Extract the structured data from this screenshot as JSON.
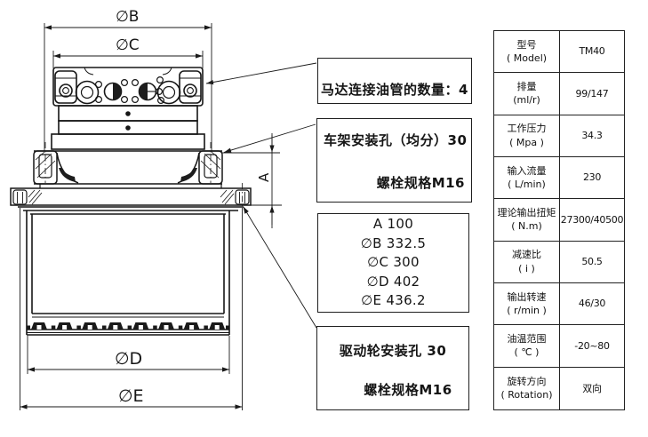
{
  "drawing": {
    "dim_labels": {
      "b": "∅B",
      "c": "∅C",
      "a": "A",
      "d": "∅D",
      "e": "∅E"
    }
  },
  "callouts": {
    "motor_pipes": {
      "text": "马达连接油管的数量：4"
    },
    "frame_holes": {
      "line1": "车架安装孔（均分）30",
      "line2": "螺栓规格M16"
    },
    "dimensions": {
      "lines": [
        "A 100",
        "∅B 332.5",
        "∅C 300",
        "∅D 402",
        "∅E 436.2"
      ]
    },
    "drive_holes": {
      "line1": "驱动轮安装孔 30",
      "line2": "螺栓规格M16"
    }
  },
  "spec_table": {
    "rows": [
      {
        "name_zh": "型号",
        "name_en": "( Model)",
        "value": "TM40"
      },
      {
        "name_zh": "排量",
        "name_en": "(ml/r)",
        "value": "99/147"
      },
      {
        "name_zh": "工作压力",
        "name_en": "( Mpa )",
        "value": "34.3"
      },
      {
        "name_zh": "输入流量",
        "name_en": "( L/min)",
        "value": "230"
      },
      {
        "name_zh": "理论输出扭矩",
        "name_en": "( N.m)",
        "value": "27300/40500"
      },
      {
        "name_zh": "减速比",
        "name_en": "( i )",
        "value": "50.5"
      },
      {
        "name_zh": "输出转速",
        "name_en": "( r/min )",
        "value": "46/30"
      },
      {
        "name_zh": "油温范围",
        "name_en": "( ℃ )",
        "value": "-20~80"
      },
      {
        "name_zh": "旋转方向",
        "name_en": "( Rotation)",
        "value": "双向"
      }
    ]
  }
}
